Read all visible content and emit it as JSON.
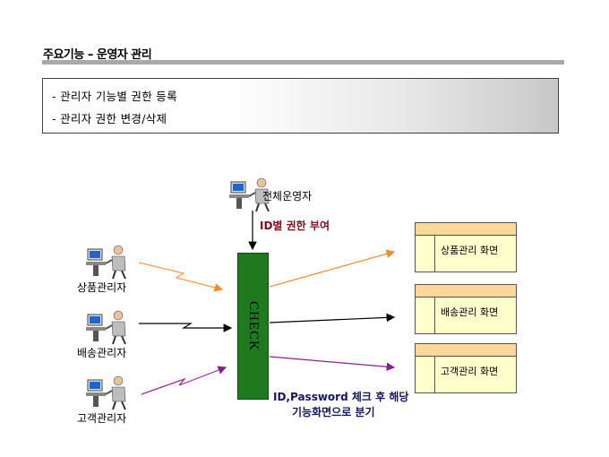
{
  "page": {
    "title": "주요기능 – 운영자 관리"
  },
  "summary": {
    "items": [
      "- 관리자 기능별 권한 등록",
      "- 관리자 권한 변경/삭제"
    ]
  },
  "diagram": {
    "top_user": "전체운영자",
    "grant_label": "ID별 권한 부여",
    "users": [
      {
        "label": "상품관리자",
        "line_color": "#f59a4a"
      },
      {
        "label": "배송관리자",
        "line_color": "#000000"
      },
      {
        "label": "고객관리자",
        "line_color": "#9b2a9b"
      }
    ],
    "check_label": "CHECK",
    "screens": [
      {
        "label": "상품관리 화면",
        "arrow_color": "#f28a30"
      },
      {
        "label": "배송관리 화면",
        "arrow_color": "#000000"
      },
      {
        "label": "고객관리 화면",
        "arrow_color": "#8a1f8a"
      }
    ],
    "note_lines": [
      "ID,Password 체크 후 해당",
      "기능화면으로 분기"
    ],
    "colors": {
      "check_fill": "#1f7a1f",
      "card_header": "#fcd79a",
      "card_body": "#ffffcc",
      "grant_text": "#7b1020",
      "note_text": "#17175e"
    }
  }
}
